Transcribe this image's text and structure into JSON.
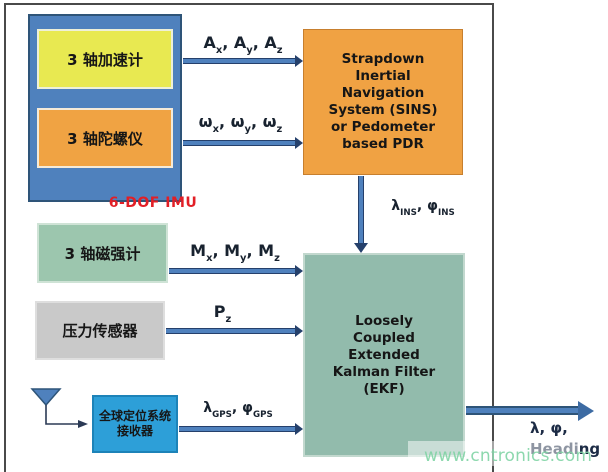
{
  "imu": {
    "group_label": "6-DOF IMU",
    "accelerometer_label": "3 轴加速计",
    "gyroscope_label": "3 轴陀螺仪"
  },
  "sensors": {
    "magnetometer_label": "3 轴磁强计",
    "pressure_label": "压力传感器",
    "gps": {
      "line1": "全球定位系统",
      "line2": "接收器"
    }
  },
  "blocks": {
    "sins": {
      "lines": [
        "Strapdown",
        "Inertial",
        "Navigation",
        "System (SINS)",
        "or Pedometer",
        "based PDR"
      ]
    },
    "ekf": {
      "lines": [
        "Loosely",
        "Coupled",
        "Extended",
        "Kalman Filter",
        "(EKF)"
      ]
    }
  },
  "signals": {
    "accel": "A~x~, A~y~, A~z~",
    "gyro": "ω~x~, ω~y~, ω~z~",
    "mag": "M~x~, M~y~, M~z~",
    "pressure": "P~z~",
    "ins": "λ~INS~, φ~INS~",
    "gps": "λ~GPS~, φ~GPS~",
    "output_line1": "λ, φ,",
    "output_line2": "Heading"
  },
  "watermark": {
    "text": "www.cntronics.com"
  },
  "colors": {
    "imu_container_blue": "#4f81bd",
    "accelerometer_yellow": "#e8e951",
    "gyro_sins_orange": "#f0a343",
    "ekf_teal": "#92bbac",
    "magnetometer_green": "#9cc6ae",
    "pressure_gray": "#c9c9c9",
    "gps_blue": "#2d9fd8",
    "arrow_fill_blue": "#4f81bd",
    "arrow_outline_navy": "#25406b",
    "imu_label_red": "#e21f26",
    "frame_border_gray": "#4a4a4a",
    "watermark_green": "#7dd3a3"
  }
}
